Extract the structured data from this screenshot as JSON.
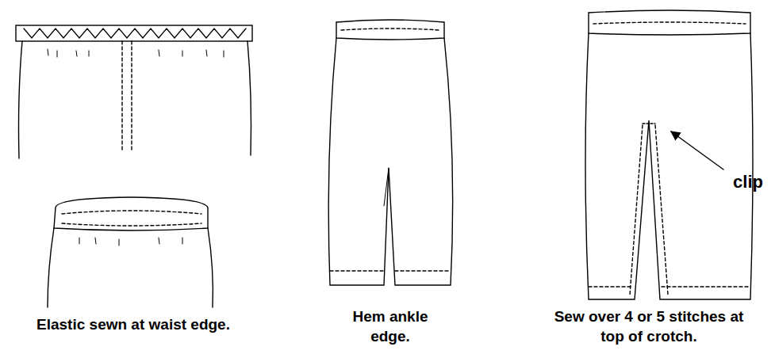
{
  "diagram": {
    "labels": [
      "Elastic sewn at waist edge.",
      "Hem ankle edge.",
      "Sew over 4 or 5 stitches at top of crotch.",
      "clip"
    ]
  }
}
